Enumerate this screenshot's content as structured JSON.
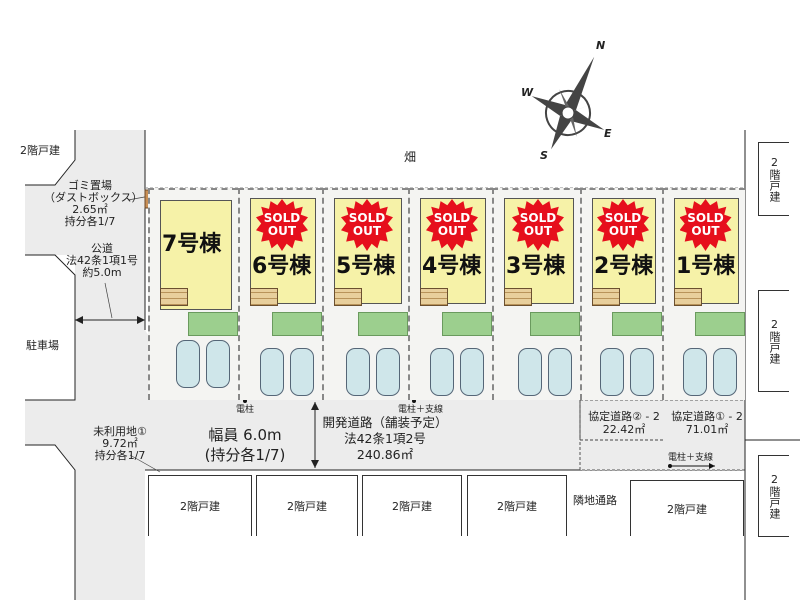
{
  "north_label": "N",
  "south_label": "S",
  "east_label": "E",
  "west_label": "W",
  "field_label": "畑",
  "left": {
    "house_label": "2階戸建",
    "garbage": [
      "ゴミ置場",
      "（ダストボックス）",
      "2.65㎡",
      "持分各1/7"
    ],
    "public_road": [
      "公道",
      "法42条1項1号",
      "約5.0m"
    ],
    "parking": "駐車場",
    "unused_land": [
      "未利用地①",
      "9.72㎡",
      "持分各1/7"
    ]
  },
  "lots": [
    {
      "label": "7号棟",
      "sold": false
    },
    {
      "label": "6号棟",
      "sold": true
    },
    {
      "label": "5号棟",
      "sold": true
    },
    {
      "label": "4号棟",
      "sold": true
    },
    {
      "label": "3号棟",
      "sold": true
    },
    {
      "label": "2号棟",
      "sold": true
    },
    {
      "label": "1号棟",
      "sold": true
    }
  ],
  "sold_out_label": [
    "SOLD",
    "OUT"
  ],
  "pole_label": "電柱",
  "pole_stay_label": "電柱＋支線",
  "road": {
    "width": [
      "幅員 6.0m",
      "(持分各1/7)"
    ],
    "dev": [
      "開発道路（舗装予定）",
      "法42条1項2号",
      "240.86㎡"
    ]
  },
  "agreement2": [
    "協定道路② - 2",
    "22.42㎡"
  ],
  "agreement1": [
    "協定道路① - 2",
    "71.01㎡"
  ],
  "pole_stay_label2": "電柱＋支線",
  "bottom": {
    "houses": [
      "2階戸建",
      "2階戸建",
      "2階戸建",
      "2階戸建",
      "2階戸建"
    ],
    "passage": "隣地通路"
  },
  "right_houses": [
    "2階戸建",
    "2階戸建",
    "2階戸建"
  ]
}
